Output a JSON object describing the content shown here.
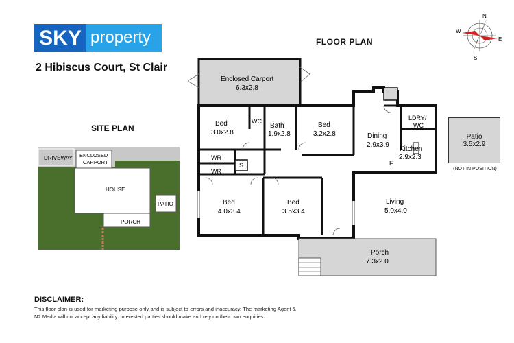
{
  "logo": {
    "brand_part1": "SKY",
    "brand_part2": "property",
    "brand_color": "#1565c0",
    "accent_color": "#29a3e8"
  },
  "address": "2 Hibiscus Court, St Clair",
  "floor_plan": {
    "title": "FLOOR PLAN",
    "rooms": {
      "carport": {
        "name": "Enclosed Carport",
        "size": "6.3x2.8"
      },
      "bed1": {
        "name": "Bed",
        "size": "3.0x2.8"
      },
      "wc": {
        "name": "WC"
      },
      "bath": {
        "name": "Bath",
        "size": "1.9x2.8"
      },
      "bed2": {
        "name": "Bed",
        "size": "3.2x2.8"
      },
      "dining": {
        "name": "Dining",
        "size": "2.9x3.9"
      },
      "laundry": {
        "name": "LDRY/",
        "name2": "WC"
      },
      "kitchen": {
        "name": "Kitchen",
        "size": "2.9x2.3"
      },
      "fridge": "F",
      "wr1": "WR",
      "wr2": "WR",
      "storage": "S",
      "bed3": {
        "name": "Bed",
        "size": "4.0x3.4"
      },
      "bed4": {
        "name": "Bed",
        "size": "3.5x3.4"
      },
      "living": {
        "name": "Living",
        "size": "5.0x4.0"
      },
      "porch": {
        "name": "Porch",
        "size": "7.3x2.0"
      },
      "patio": {
        "name": "Patio",
        "size": "3.5x2.9",
        "note": "(NOT IN POSITION)"
      }
    }
  },
  "compass": {
    "n": "N",
    "e": "E",
    "s": "S",
    "w": "W"
  },
  "site_plan": {
    "title": "SITE PLAN",
    "labels": {
      "driveway": "DRIVEWAY",
      "carport_line1": "ENCLOSED",
      "carport_line2": "CARPORT",
      "house": "HOUSE",
      "patio": "PATIO",
      "porch": "PORCH"
    },
    "colors": {
      "grass": "#4a6e2c",
      "paving": "#c8c8c8"
    }
  },
  "disclaimer": {
    "title": "DISCLAIMER:",
    "text": "This floor plan is used for marketing purpose only and is subject to errors and inaccuracy. The marketing Agent & N2 Media will not accept any liability. Interested parties should make and rely on their own enquiries."
  }
}
